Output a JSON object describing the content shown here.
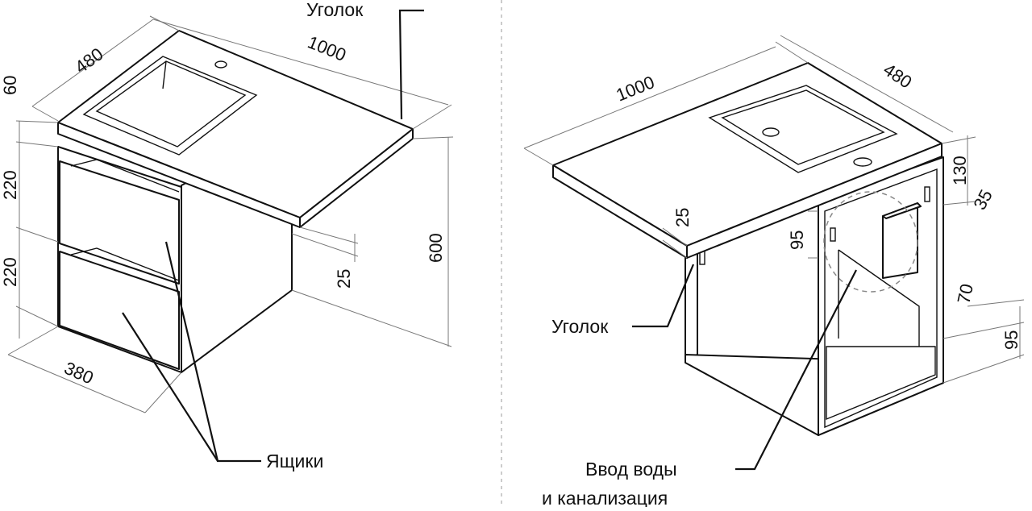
{
  "left_view": {
    "labels": {
      "corner_bracket": "Уголок",
      "drawers": "Ящики"
    },
    "dimensions": {
      "width_total": "1000",
      "depth": "480",
      "top_thickness": "60",
      "drawer_upper": "220",
      "drawer_lower": "220",
      "height_total": "600",
      "bracket_gap": "25",
      "cabinet_width": "380"
    }
  },
  "right_view": {
    "labels": {
      "corner_bracket": "Уголок",
      "plumbing_line1": "Ввод воды",
      "plumbing_line2": "и канализация"
    },
    "dimensions": {
      "width_total": "1000",
      "depth": "480",
      "side_top": "130",
      "bracket_offset": "35",
      "top_gap": "25",
      "box_offset": "95",
      "back_height": "70",
      "bottom_height": "95"
    }
  },
  "colors": {
    "line": "#111111",
    "dimension": "#777777",
    "background": "#ffffff"
  }
}
